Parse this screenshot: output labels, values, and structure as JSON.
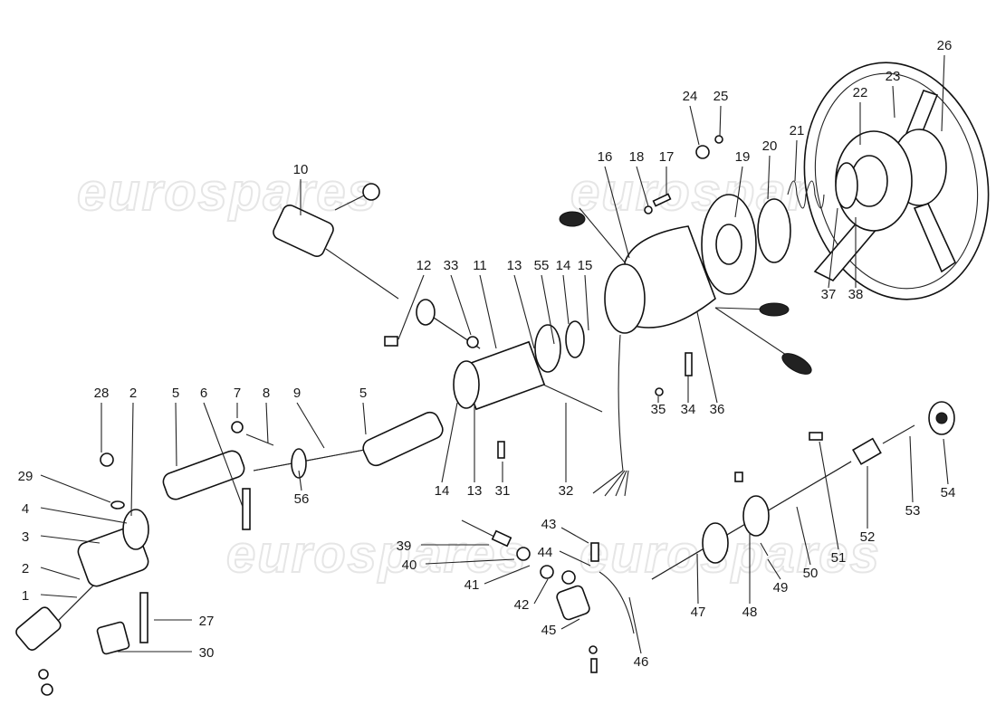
{
  "diagram": {
    "title": "Steering column exploded view",
    "watermark": "eurospares",
    "labels": [
      "10",
      "12",
      "33",
      "11",
      "13",
      "55",
      "14",
      "15",
      "16",
      "18",
      "17",
      "24",
      "25",
      "19",
      "20",
      "21",
      "22",
      "23",
      "26",
      "37",
      "38",
      "28",
      "2",
      "5",
      "6",
      "7",
      "8",
      "9",
      "5",
      "29",
      "4",
      "3",
      "2",
      "1",
      "56",
      "14",
      "13",
      "31",
      "32",
      "35",
      "34",
      "36",
      "39",
      "40",
      "41",
      "42",
      "43",
      "44",
      "45",
      "46",
      "47",
      "48",
      "49",
      "50",
      "51",
      "52",
      "53",
      "54",
      "27",
      "30"
    ]
  }
}
